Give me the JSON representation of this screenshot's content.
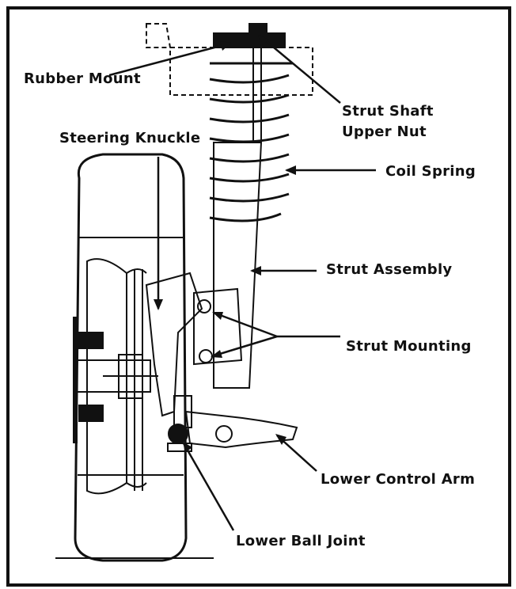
{
  "labels": {
    "rubber_mount": "Rubber Mount",
    "strut_shaft_upper_nut_line1": "Strut Shaft",
    "strut_shaft_upper_nut_line2": "Upper Nut",
    "steering_knuckle": "Steering Knuckle",
    "coil_spring": "Coil Spring",
    "strut_assembly": "Strut Assembly",
    "strut_mounting": "Strut Mounting",
    "lower_control_arm": "Lower Control Arm",
    "lower_ball_joint": "Lower Ball Joint"
  },
  "colors": {
    "ink": "#111111",
    "paper": "#ffffff"
  }
}
